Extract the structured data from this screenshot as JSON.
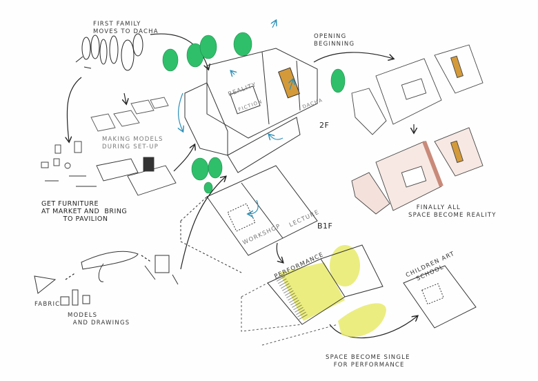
{
  "labels": {
    "first_family": "FIRST FAMILY\nMOVES TO DACHA",
    "making_models": "MAKING MODELS\nDURING SET-UP",
    "get_furniture": "GET FURNITURE\nAT MARKET AND  BRING\n         TO PAVILION",
    "opening": "OPENING\nBEGINNING",
    "reality": "REALITY",
    "fiction": "FICTION",
    "dacha": "DACHA",
    "floor_2f": "2F",
    "floor_b1f": "B1F",
    "workshop": "WORKSHOP",
    "lecture": "LECTURE",
    "finally": "   FINALLY ALL\nSPACE BECOME REALITY",
    "performance": "PERFORMANCE",
    "children": "CHILDREN ART\n   SCHOOL",
    "fabric": "FABRIC",
    "models_drawings": "MODELS\n  AND DRAWINGS",
    "space_single": "SPACE BECOME SINGLE\n   FOR PERFORMANCE"
  },
  "colors": {
    "tree": "#2fbf6a",
    "wood": "#d49a3a",
    "highlight": "#e8ea6a",
    "arrow_blue": "#2a8fb8",
    "wall_pink": "#e9c2b8",
    "ink": "#222222"
  }
}
